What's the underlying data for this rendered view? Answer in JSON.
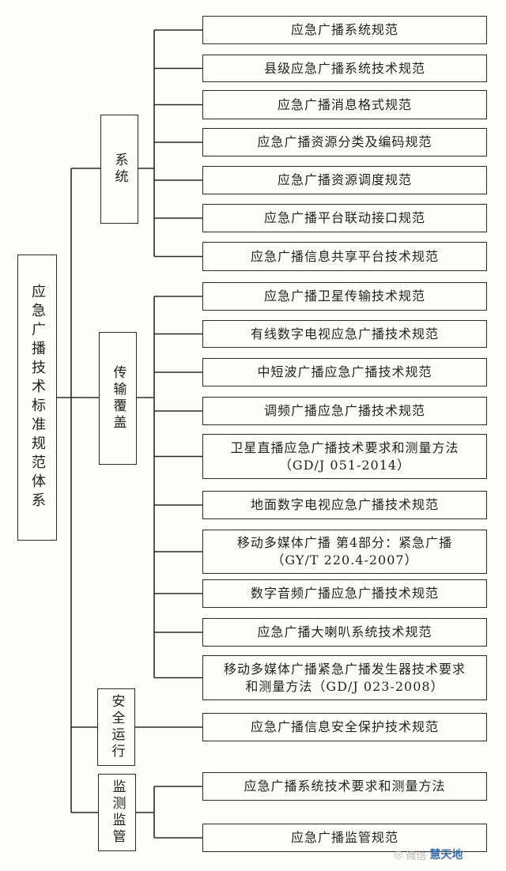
{
  "root": {
    "label": "应急广播技术标准规范体系"
  },
  "categories": [
    {
      "label": "系统"
    },
    {
      "label": "传输覆盖"
    },
    {
      "label": "安全运行"
    },
    {
      "label": "监测监管"
    }
  ],
  "standards": [
    {
      "category": 0,
      "line1": "应急广播系统规范",
      "line2": ""
    },
    {
      "category": 0,
      "line1": "县级应急广播系统技术规范",
      "line2": ""
    },
    {
      "category": 0,
      "line1": "应急广播消息格式规范",
      "line2": ""
    },
    {
      "category": 0,
      "line1": "应急广播资源分类及编码规范",
      "line2": ""
    },
    {
      "category": 0,
      "line1": "应急广播资源调度规范",
      "line2": ""
    },
    {
      "category": 0,
      "line1": "应急广播平台联动接口规范",
      "line2": ""
    },
    {
      "category": 0,
      "line1": "应急广播信息共享平台技术规范",
      "line2": ""
    },
    {
      "category": 1,
      "line1": "应急广播卫星传输技术规范",
      "line2": ""
    },
    {
      "category": 1,
      "line1": "有线数字电视应急广播技术规范",
      "line2": ""
    },
    {
      "category": 1,
      "line1": "中短波广播应急广播技术规范",
      "line2": ""
    },
    {
      "category": 1,
      "line1": "调频广播应急广播技术规范",
      "line2": ""
    },
    {
      "category": 1,
      "line1": "卫星直播应急广播技术要求和测量方法",
      "line2": "（GD/J 051-2014）"
    },
    {
      "category": 1,
      "line1": "地面数字电视应急广播技术规范",
      "line2": ""
    },
    {
      "category": 1,
      "line1": "移动多媒体广播 第4部分：紧急广播",
      "line2": "（GY/T 220.4-2007）"
    },
    {
      "category": 1,
      "line1": "数字音频广播应急广播技术规范",
      "line2": ""
    },
    {
      "category": 1,
      "line1": "应急广播大喇叭系统技术规范",
      "line2": ""
    },
    {
      "category": 1,
      "line1": "移动多媒体广播紧急广播发生器技术要求",
      "line2": "和测量方法（GD/J 023-2008）"
    },
    {
      "category": 2,
      "line1": "应急广播信息安全保护技术规范",
      "line2": ""
    },
    {
      "category": 3,
      "line1": "应急广播系统技术要求和测量方法",
      "line2": ""
    },
    {
      "category": 3,
      "line1": "应急广播监管规范",
      "line2": ""
    }
  ],
  "watermark": {
    "text": "微信",
    "logo_text": "慧天地"
  },
  "colors": {
    "line": "#2a2a2a",
    "background": "#fdfdfb"
  }
}
